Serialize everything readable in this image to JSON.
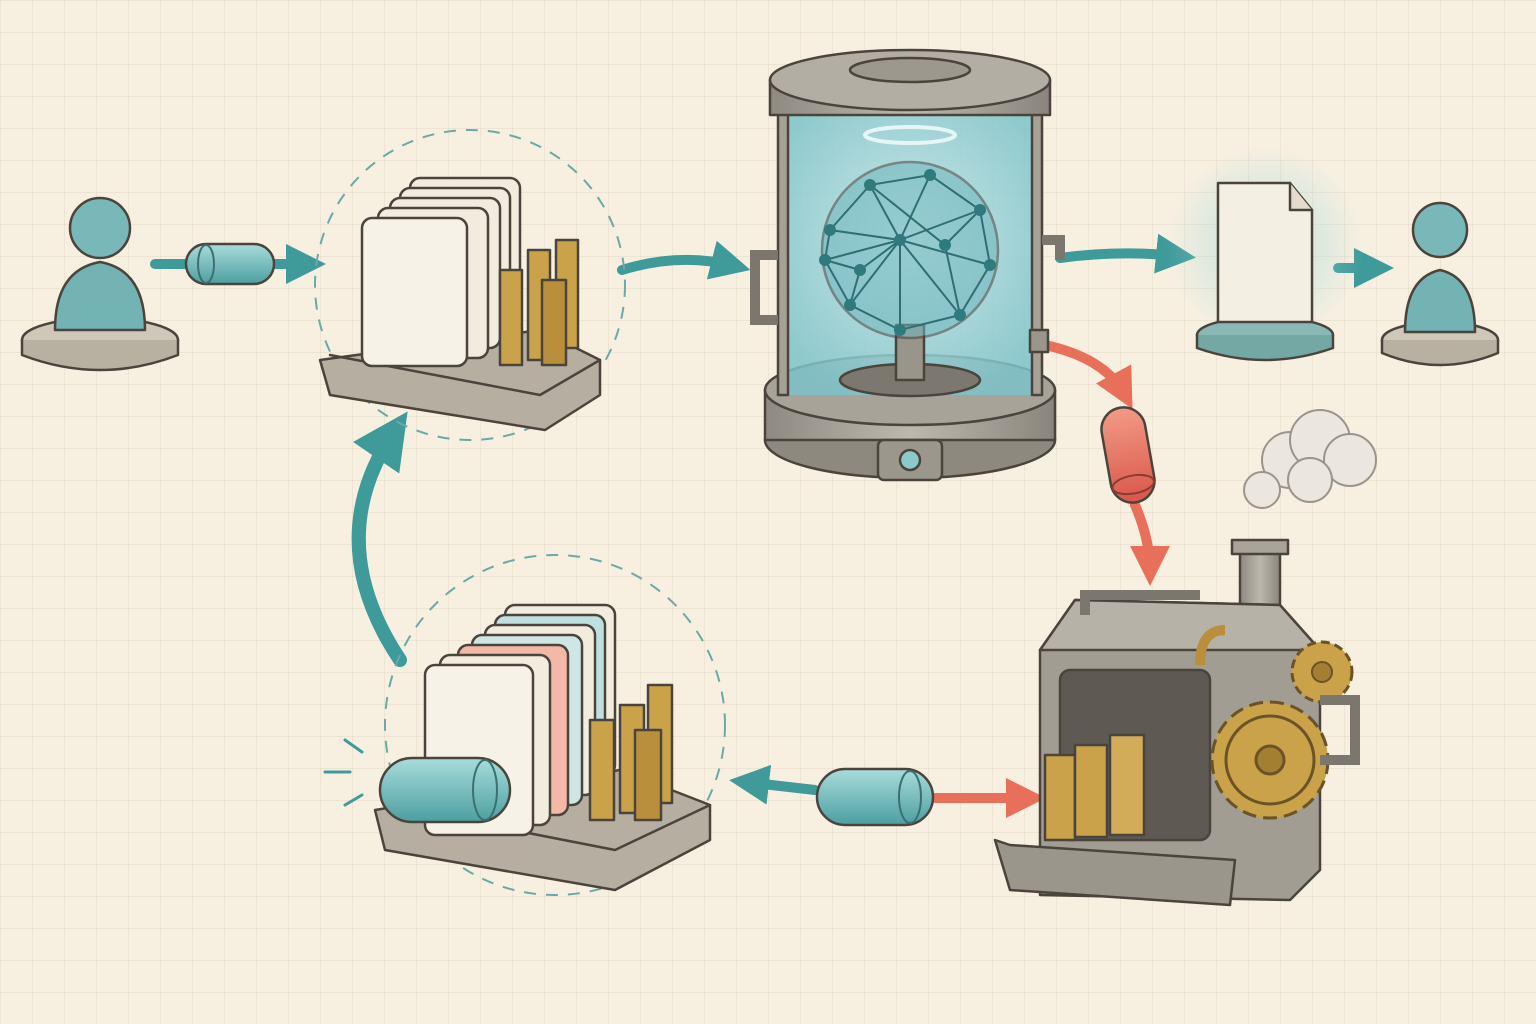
{
  "diagram": {
    "nodes": [
      {
        "id": "user-in",
        "icon": "user-figure-icon"
      },
      {
        "id": "card-rack",
        "icon": "card-rack-icon"
      },
      {
        "id": "neural-chamber",
        "icon": "glass-chamber-network-icon"
      },
      {
        "id": "output-document",
        "icon": "document-icon"
      },
      {
        "id": "user-out",
        "icon": "user-figure-icon"
      },
      {
        "id": "steam-machine",
        "icon": "steam-gear-machine-icon"
      },
      {
        "id": "card-rack-updated",
        "icon": "card-rack-icon"
      }
    ],
    "edges": [
      {
        "from": "user-in",
        "to": "card-rack",
        "color": "teal",
        "capsule": "teal-capsule-icon"
      },
      {
        "from": "card-rack",
        "to": "neural-chamber",
        "color": "teal"
      },
      {
        "from": "neural-chamber",
        "to": "output-document",
        "color": "teal"
      },
      {
        "from": "output-document",
        "to": "user-out",
        "color": "teal"
      },
      {
        "from": "neural-chamber",
        "to": "steam-machine",
        "color": "coral",
        "capsule": "coral-capsule-icon"
      },
      {
        "from": "steam-machine",
        "to": "card-rack-updated",
        "color": "teal",
        "capsule": "teal-capsule-icon"
      },
      {
        "from": "card-rack-updated",
        "to": "card-rack",
        "color": "teal"
      }
    ]
  },
  "colors": {
    "teal": "#3f9a9a",
    "teal_light": "#8cc9c9",
    "coral": "#e8705a",
    "metal": "#a9a49a",
    "metal_dark": "#6f6a62",
    "brass": "#c9a24a",
    "paper": "#f3ecdc",
    "background": "#f7f0e1"
  }
}
